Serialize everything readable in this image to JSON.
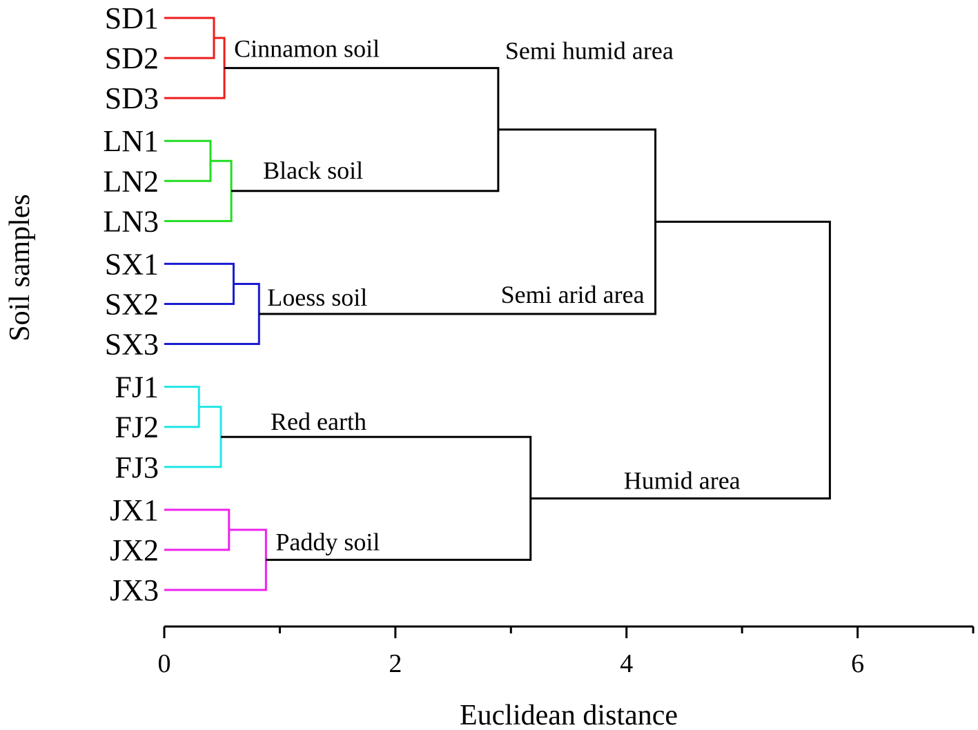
{
  "chart_data": {
    "type": "dendrogram",
    "xlabel": "Euclidean distance",
    "ylabel": "Soil samples",
    "xlim": [
      0,
      7
    ],
    "x_ticks_major": [
      0,
      2,
      4,
      6
    ],
    "x_ticks_minor": [
      1,
      3,
      5,
      7
    ],
    "leaves": [
      "SD1",
      "SD2",
      "SD3",
      "LN1",
      "LN2",
      "LN3",
      "SX1",
      "SX2",
      "SX3",
      "FJ1",
      "FJ2",
      "FJ3",
      "JX1",
      "JX2",
      "JX3"
    ],
    "groups": [
      {
        "id": "SD",
        "color": "#ee1c1c",
        "leaves": [
          "SD1",
          "SD2",
          "SD3"
        ]
      },
      {
        "id": "LN",
        "color": "#22dd22",
        "leaves": [
          "LN1",
          "LN2",
          "LN3"
        ]
      },
      {
        "id": "SX",
        "color": "#1a1ad0",
        "leaves": [
          "SX1",
          "SX2",
          "SX3"
        ]
      },
      {
        "id": "FJ",
        "color": "#22e6e6",
        "leaves": [
          "FJ1",
          "FJ2",
          "FJ3"
        ]
      },
      {
        "id": "JX",
        "color": "#ee22ee",
        "leaves": [
          "JX1",
          "JX2",
          "JX3"
        ]
      }
    ],
    "merges": [
      {
        "id": "m_sd12",
        "children": [
          "SD1",
          "SD2"
        ],
        "height": 0.43,
        "color": "#ee1c1c"
      },
      {
        "id": "m_sd",
        "children": [
          "m_sd12",
          "SD3"
        ],
        "height": 0.52,
        "color": "#ee1c1c",
        "label": "Cinnamon soil"
      },
      {
        "id": "m_ln12",
        "children": [
          "LN1",
          "LN2"
        ],
        "height": 0.4,
        "color": "#22dd22"
      },
      {
        "id": "m_ln",
        "children": [
          "m_ln12",
          "LN3"
        ],
        "height": 0.58,
        "color": "#22dd22",
        "label": "Black soil"
      },
      {
        "id": "m_sx12",
        "children": [
          "SX1",
          "SX2"
        ],
        "height": 0.6,
        "color": "#1a1ad0"
      },
      {
        "id": "m_sx",
        "children": [
          "m_sx12",
          "SX3"
        ],
        "height": 0.82,
        "color": "#1a1ad0",
        "label": "Loess soil"
      },
      {
        "id": "m_fj12",
        "children": [
          "FJ1",
          "FJ2"
        ],
        "height": 0.3,
        "color": "#22e6e6"
      },
      {
        "id": "m_fj",
        "children": [
          "m_fj12",
          "FJ3"
        ],
        "height": 0.49,
        "color": "#22e6e6",
        "label": "Red earth"
      },
      {
        "id": "m_jx12",
        "children": [
          "JX1",
          "JX2"
        ],
        "height": 0.56,
        "color": "#ee22ee"
      },
      {
        "id": "m_jx",
        "children": [
          "m_jx12",
          "JX3"
        ],
        "height": 0.88,
        "color": "#ee22ee",
        "label": "Paddy soil"
      },
      {
        "id": "m_semihumid",
        "children": [
          "m_sd",
          "m_ln"
        ],
        "height": 2.89,
        "color": "#000000",
        "label": "Semi humid area"
      },
      {
        "id": "m_semiarid",
        "children": [
          "m_semihumid",
          "m_sx"
        ],
        "height": 4.25,
        "color": "#000000",
        "label": "Semi arid area"
      },
      {
        "id": "m_humid",
        "children": [
          "m_fj",
          "m_jx"
        ],
        "height": 3.17,
        "color": "#000000",
        "label": "Humid area"
      },
      {
        "id": "m_root",
        "children": [
          "m_semiarid",
          "m_humid"
        ],
        "height": 5.76,
        "color": "#000000"
      }
    ]
  }
}
